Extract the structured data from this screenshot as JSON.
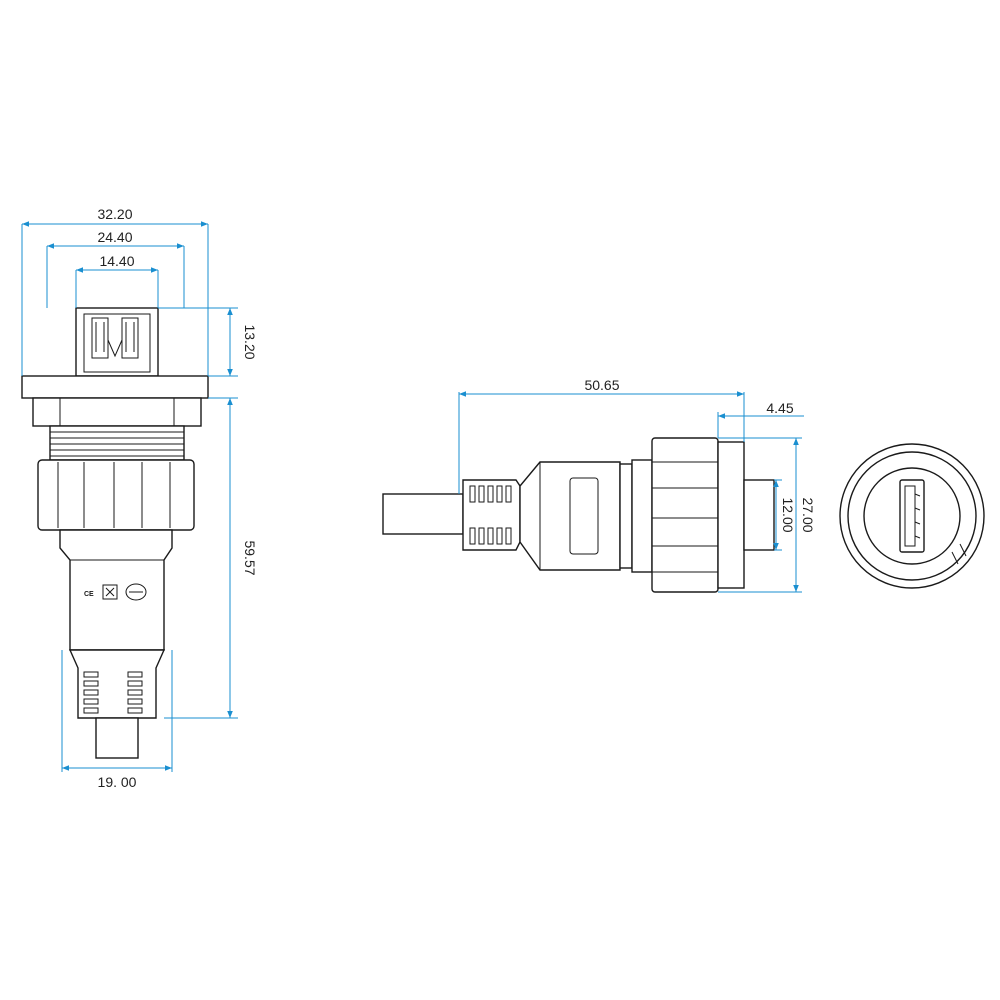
{
  "colors": {
    "dimension_line": "#1a8fd0",
    "outline": "#1a1a1a",
    "background": "#ffffff"
  },
  "dimensions": {
    "front_width_outer": "32.20",
    "front_width_mid": "24.40",
    "front_width_inner": "14.40",
    "front_height_top": "13.20",
    "front_total_height": "59.57",
    "front_base_width": "19. 00",
    "side_length": "50.65",
    "side_flange": "4.45",
    "side_socket_height": "12.00",
    "side_nut_height": "27.00"
  },
  "markings": {
    "ce": "CE"
  },
  "icons": [
    "ce-mark-icon",
    "bin-mark-icon",
    "rohs-mark-icon",
    "usb-a-port-icon"
  ]
}
